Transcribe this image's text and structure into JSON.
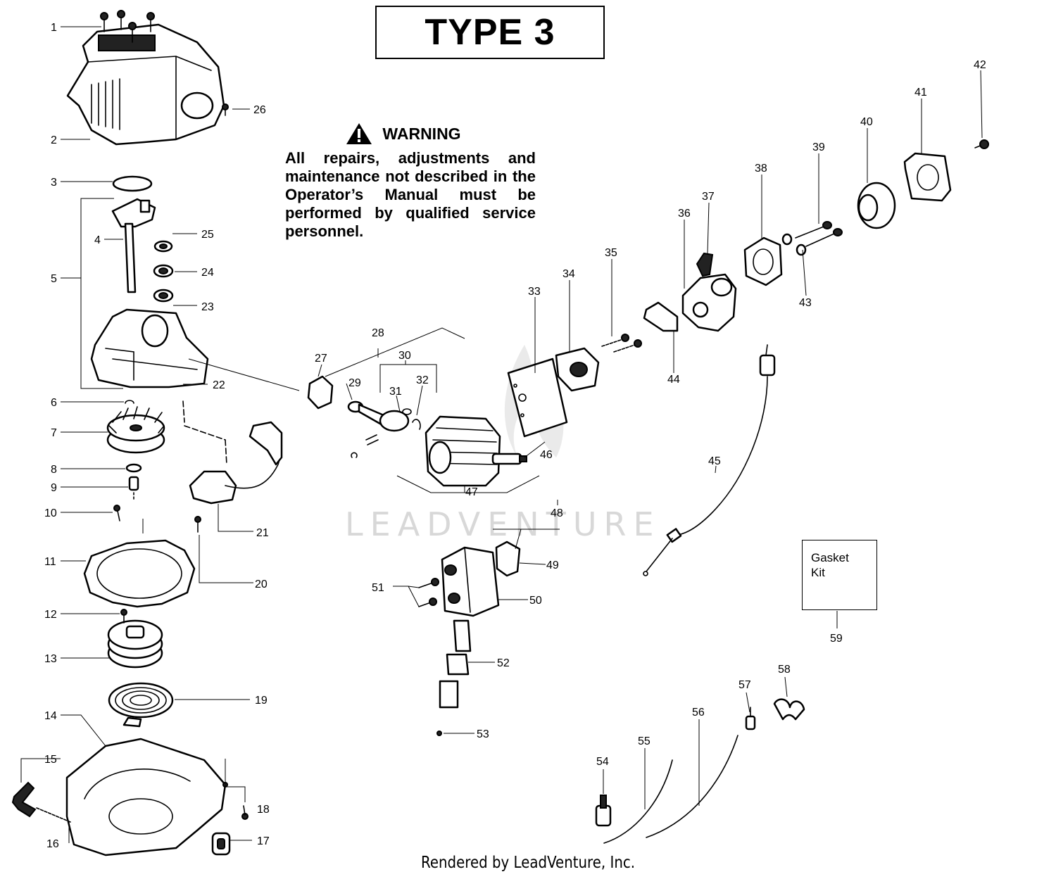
{
  "title": "TYPE 3",
  "warning": {
    "icon": "warning-triangle-icon",
    "heading": "WARNING",
    "text": "All repairs, adjustments and maintenance not described in the Operator’s Manual must be performed by qualified service personnel."
  },
  "gasket_kit": {
    "label_line1": "Gasket",
    "label_line2": "Kit"
  },
  "watermark": "LEADVENTURE",
  "footer": "Rendered by LeadVenture, Inc.",
  "callouts": [
    "1",
    "2",
    "3",
    "4",
    "5",
    "6",
    "7",
    "8",
    "9",
    "10",
    "11",
    "12",
    "13",
    "14",
    "15",
    "16",
    "17",
    "18",
    "19",
    "20",
    "21",
    "22",
    "23",
    "24",
    "25",
    "26",
    "27",
    "28",
    "29",
    "30",
    "31",
    "32",
    "33",
    "34",
    "35",
    "36",
    "37",
    "38",
    "39",
    "40",
    "41",
    "42",
    "43",
    "44",
    "45",
    "46",
    "47",
    "48",
    "49",
    "50",
    "51",
    "52",
    "53",
    "54",
    "55",
    "56",
    "57",
    "58",
    "59"
  ]
}
